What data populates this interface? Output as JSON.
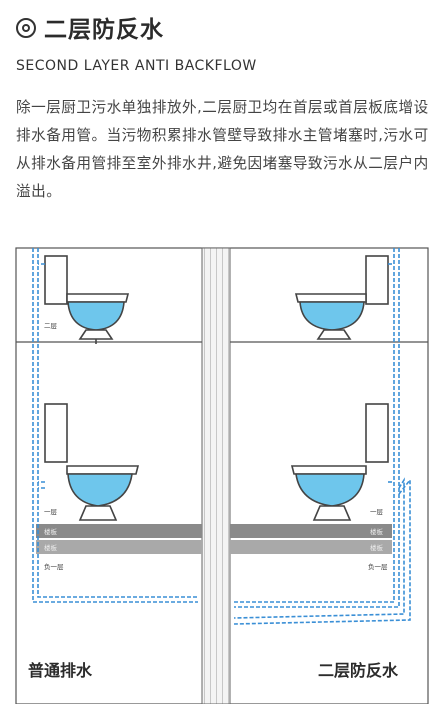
{
  "header": {
    "title": "二层防反水",
    "subtitle": "SECOND LAYER ANTI BACKFLOW"
  },
  "description": "除一层厨卫污水单独排放外,二层厨卫均在首层或首层板底增设排水备用管。当污物积累排水管壁导致排水主管堵塞时,污水可从排水备用管排至室外排水井,避免因堵塞导致污水从二层户内溢出。",
  "diagram": {
    "left_panel": {
      "caption": "普通排水",
      "floor_upper": "二层",
      "floor_lower": "一层",
      "slab_top": "楼板",
      "slab_bottom": "楼板",
      "basement": "负一层"
    },
    "right_panel": {
      "caption": "二层防反水",
      "floor_lower": "一层",
      "slab_top": "楼板",
      "slab_bottom": "楼板",
      "basement": "负一层"
    },
    "colors": {
      "pipe": "#3a8fd6",
      "water": "#6ec6ec",
      "slab_dark": "#8a8a8a",
      "slab_light": "#a9a9a9",
      "line": "#555555"
    }
  }
}
